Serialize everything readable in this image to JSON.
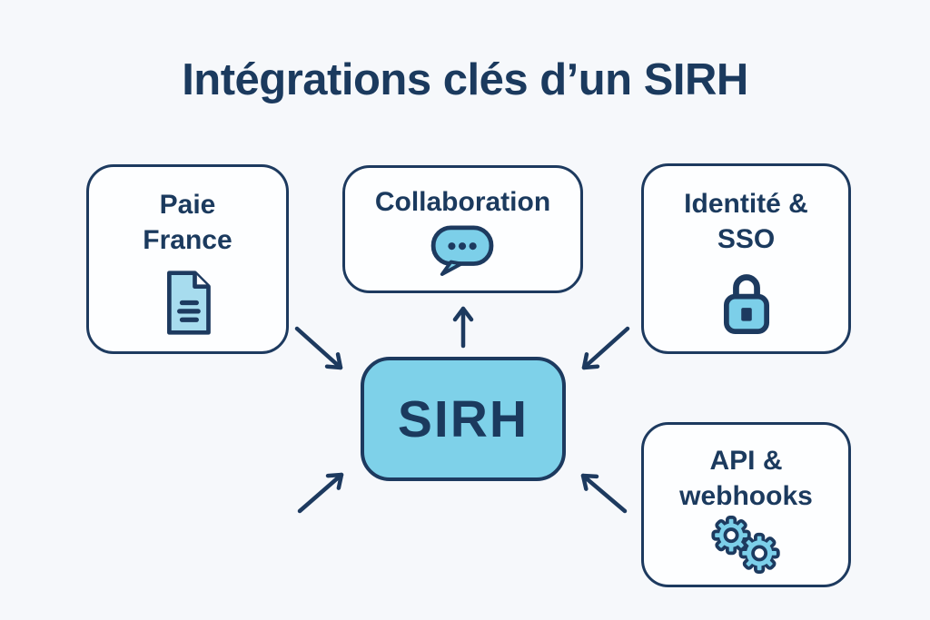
{
  "title": "Intégrations clés d’un SIRH",
  "center": {
    "label": "SIRH"
  },
  "nodes": [
    {
      "id": "paie-france",
      "label": "Paie\nFrance",
      "icon": "document-icon"
    },
    {
      "id": "collaboration",
      "label": "Collaboration",
      "icon": "chat-bubble-icon"
    },
    {
      "id": "identite-sso",
      "label": "Identité &\nSSO",
      "icon": "lock-icon"
    },
    {
      "id": "api-webhooks",
      "label": "API &\nwebhooks",
      "icon": "gears-icon"
    }
  ],
  "arrows": [
    {
      "from": "paie-france",
      "to": "sirh"
    },
    {
      "from": "sirh",
      "to": "collaboration"
    },
    {
      "from": "identite-sso",
      "to": "sirh"
    },
    {
      "from": "bottom-left",
      "to": "sirh"
    },
    {
      "from": "api-webhooks",
      "to": "sirh"
    }
  ],
  "colors": {
    "navy": "#1b3a5e",
    "sirh_fill": "#7ed1e9",
    "icon_blue": "#7ccfe9",
    "document_blue": "#a7dcee",
    "background": "#f6f8fb",
    "box_background": "#fdfeff"
  }
}
